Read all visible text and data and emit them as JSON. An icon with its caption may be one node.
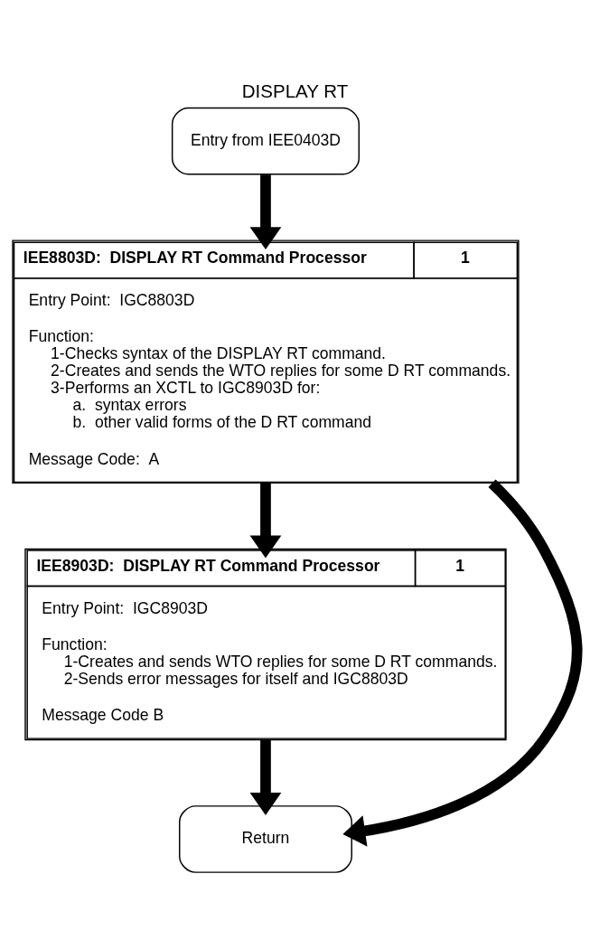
{
  "diagram": {
    "title": "DISPLAY RT",
    "nodes": [
      {
        "text": [
          "Entry from IEE0403D"
        ]
      },
      {
        "text": [
          "IEE8803D:  DISPLAY RT Command Processor",
          "1",
          "Entry Point:  IGC8803D",
          "Function:",
          "1-Checks syntax of the DISPLAY RT command.",
          "2-Creates and sends the WTO replies for some D RT commands.",
          "3-Performs an XCTL to IGC8903D for:",
          "a.  syntax errors",
          "b.  other valid forms of the D RT command",
          "Message Code:  A"
        ]
      },
      {
        "text": [
          "IEE8903D:  DISPLAY RT Command Processor",
          "1",
          "Entry Point:  IGC8903D",
          "Function:",
          "1-Creates and sends WTO replies for some D RT commands.",
          "2-Sends error messages for itself and IGC8803D",
          "Message Code B"
        ]
      },
      {
        "text": [
          "Return"
        ]
      }
    ],
    "edges": [
      {
        "from": 0,
        "to": 1,
        "arrow": "to"
      },
      {
        "from": 1,
        "to": 2,
        "arrow": "to"
      },
      {
        "from": 1,
        "to": 3,
        "arrow": "to"
      },
      {
        "from": 2,
        "to": 3,
        "arrow": "to"
      }
    ]
  }
}
